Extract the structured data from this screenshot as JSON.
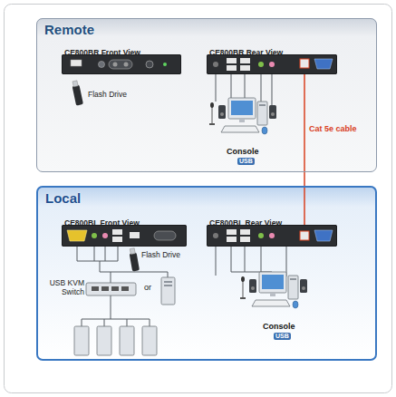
{
  "diagram": {
    "nodes": [
      {
        "text": [
          "Remote"
        ]
      },
      {
        "text": [
          "CE800BR Front View"
        ],
        "in": 0
      },
      {
        "text": [
          "CE800BR Rear View"
        ],
        "in": 0
      },
      {
        "text": [
          "Local"
        ]
      },
      {
        "text": [
          "CE800BL Front View"
        ],
        "in": 3
      },
      {
        "text": [
          "CE800BL Rear View"
        ],
        "in": 3
      }
    ],
    "edges": [
      {
        "from": 2,
        "to": 5,
        "label": "Cat 5e cable",
        "arrow": "none"
      }
    ],
    "labels": [
      "Flash Drive",
      "Console",
      "USB",
      "Flash Drive",
      "USB KVM Switch",
      "or",
      "Console",
      "USB"
    ]
  }
}
